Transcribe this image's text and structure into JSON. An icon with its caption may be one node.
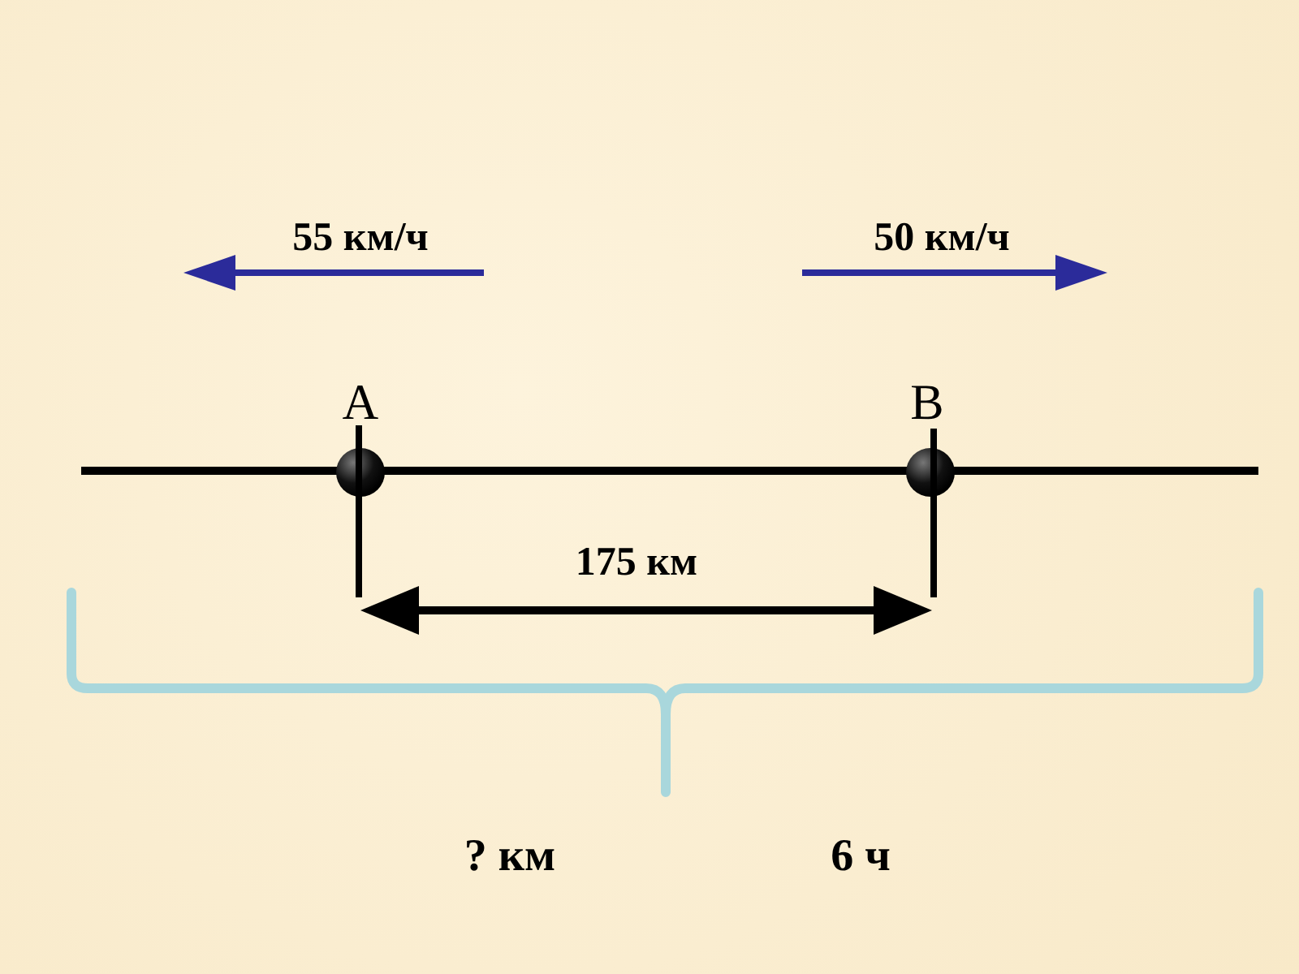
{
  "diagram": {
    "labels": [
      "55 км/ч",
      "50 км/ч",
      "A",
      "B",
      "175 км",
      "? км",
      "6 ч"
    ]
  }
}
